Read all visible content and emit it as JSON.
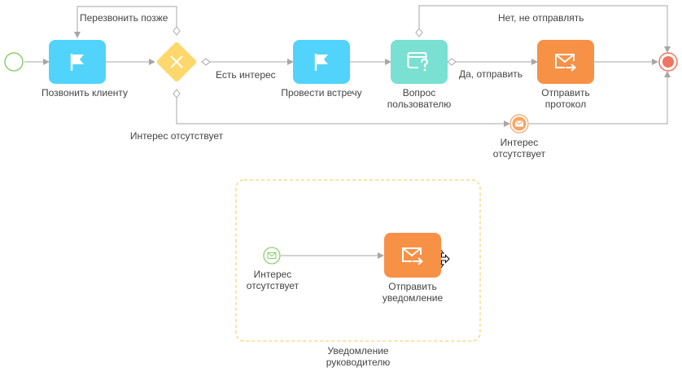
{
  "colors": {
    "start_event": "#8bcf6e",
    "end_event": "#f07561",
    "user_task": "#52d3fb",
    "question_task": "#79e0d2",
    "email_task": "#f79146",
    "gateway": "#fed86c",
    "connector": "#a7a7a7",
    "subprocess_border": "#f5c84e",
    "message_event": "#f6a565"
  },
  "nodes": {
    "call_client": {
      "label": "Позвонить клиенту",
      "icon": "flag-icon"
    },
    "meeting": {
      "label": "Провести встречу",
      "icon": "flag-icon"
    },
    "user_question": {
      "label": "Вопрос\nпользователю",
      "icon": "question-window-icon"
    },
    "send_protocol": {
      "label": "Отправить\nпротокол",
      "icon": "email-send-icon"
    },
    "gateway": {
      "label": "Интерес отсутствует",
      "icon": "x-icon"
    },
    "boundary_message": {
      "label": "Интерес\nотсутствует",
      "icon": "envelope-icon"
    },
    "sub_start_message": {
      "label": "Интерес\nотсутствует",
      "icon": "envelope-icon"
    },
    "send_notification": {
      "label": "Отправить\nуведомление",
      "icon": "email-send-icon"
    },
    "subprocess": {
      "label": "Уведомление\nруководителю"
    }
  },
  "flows": {
    "call_later": "Перезвонить позже",
    "has_interest": "Есть интерес",
    "yes_send": "Да, отправить",
    "no_send": "Нет, не отправлять"
  },
  "cursor": {
    "icon": "move-cursor-icon"
  }
}
